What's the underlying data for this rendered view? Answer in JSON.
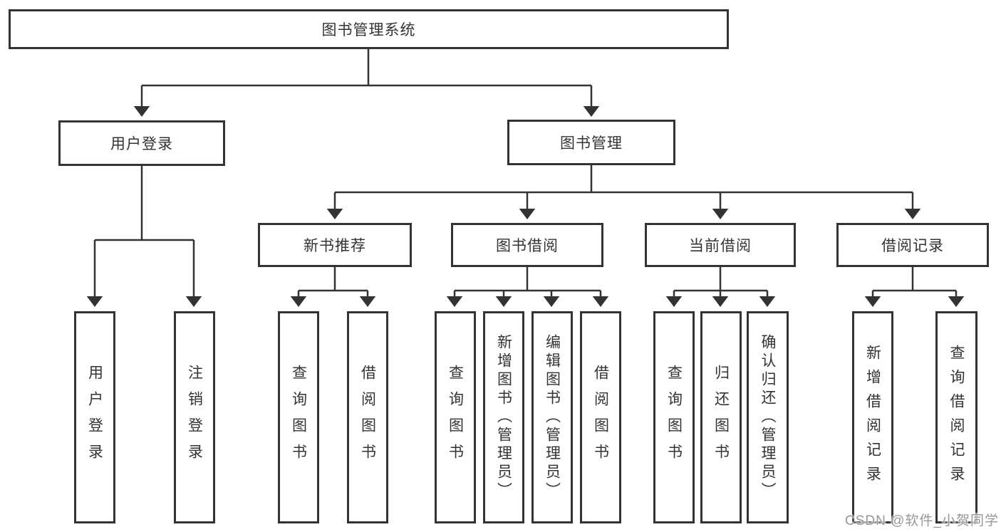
{
  "diagram": {
    "root": {
      "label": "图书管理系统"
    },
    "level2": [
      {
        "label": "用户登录",
        "children": [
          {
            "label": "用户登录"
          },
          {
            "label": "注销登录"
          }
        ]
      },
      {
        "label": "图书管理",
        "sections": [
          {
            "label": "新书推荐",
            "children": [
              {
                "label": "查询图书"
              },
              {
                "label": "借阅图书"
              }
            ]
          },
          {
            "label": "图书借阅",
            "children": [
              {
                "label": "查询图书"
              },
              {
                "label": "新增图书（管理员）"
              },
              {
                "label": "编辑图书（管理员）"
              },
              {
                "label": "借阅图书"
              }
            ]
          },
          {
            "label": "当前借阅",
            "children": [
              {
                "label": "查询图书"
              },
              {
                "label": "归还图书"
              },
              {
                "label": "确认归还（管理员）"
              }
            ]
          },
          {
            "label": "借阅记录",
            "children": [
              {
                "label": "新增借阅记录"
              },
              {
                "label": "查询借阅记录"
              }
            ]
          }
        ]
      }
    ]
  },
  "watermark": {
    "text": "CSDN @软件_小贺同学"
  },
  "colors": {
    "line": "#333333",
    "box_border": "#333333",
    "box_fill": "#ffffff",
    "text": "#333333",
    "watermark": "#979797",
    "background": "#ffffff"
  }
}
